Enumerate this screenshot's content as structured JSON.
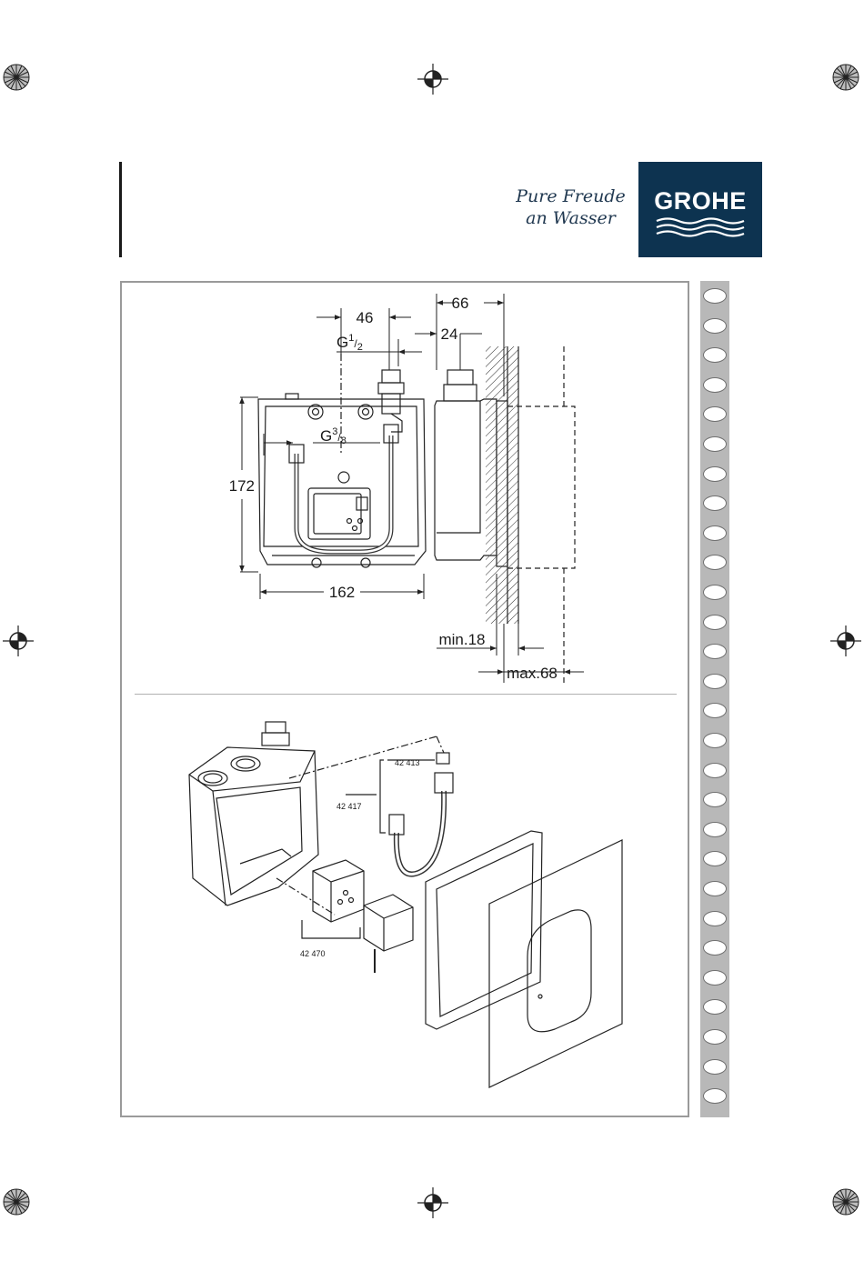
{
  "branding": {
    "slogan_line1": "Pure Freude",
    "slogan_line2": "an Wasser",
    "logo_text": "GROHE",
    "logo_color": "#0d3350"
  },
  "dimensions": {
    "d66": "66",
    "d46": "46",
    "d24": "24",
    "g12": "G",
    "g12_num": "1",
    "g12_den": "2",
    "g38": "G",
    "g38_num": "3",
    "g38_den": "8",
    "d172": "172",
    "d162": "162",
    "min18": "min.18",
    "max68": "max.68"
  },
  "parts": {
    "p42413": "42 413",
    "p42417": "42 417",
    "p42470": "42 470"
  },
  "tab_count": 28,
  "icons": [
    "registration-mark-icon",
    "crop-mark-icon"
  ]
}
